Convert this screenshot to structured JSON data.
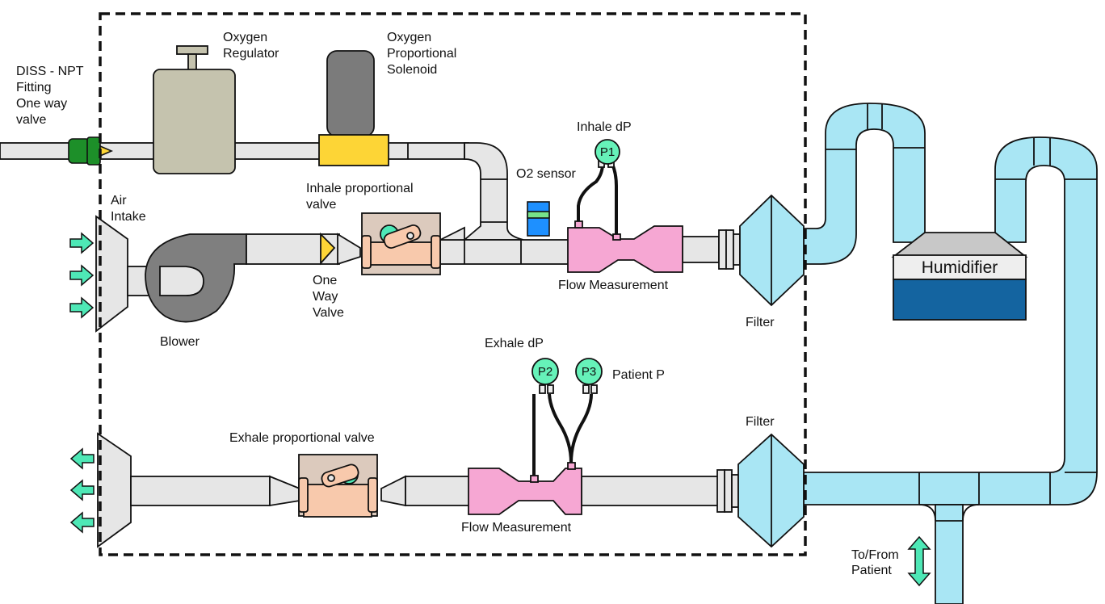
{
  "labels": {
    "diss_fitting": [
      "DISS - NPT",
      "Fitting",
      "One way",
      "valve"
    ],
    "oxygen_regulator": [
      "Oxygen",
      "Regulator"
    ],
    "oxygen_solenoid": [
      "Oxygen",
      "Proportional",
      "Solenoid"
    ],
    "air_intake": [
      "Air",
      "Intake"
    ],
    "inhale_prop_valve": [
      "Inhale proportional",
      "valve"
    ],
    "o2_sensor": "O2 sensor",
    "inhale_dp": "Inhale dP",
    "one_way_valve": [
      "One",
      "Way",
      "Valve"
    ],
    "blower": "Blower",
    "flow_measurement_inhale": "Flow Measurement",
    "filter_inhale": "Filter",
    "humidifier": "Humidifier",
    "exhale_dp": "Exhale dP",
    "patient_p": "Patient P",
    "exhale_prop_valve": "Exhale proportional valve",
    "flow_measurement_exhale": "Flow Measurement",
    "filter_exhale": "Filter",
    "to_from_patient": [
      "To/From",
      "Patient"
    ]
  },
  "gauges": {
    "p1": "P1",
    "p2": "P2",
    "p3": "P3"
  },
  "colors": {
    "pipe": "#e6e6e6",
    "patient_tube": "#a9e6f4",
    "flow_meter": "#f6a7d3",
    "arrow": "#4ee8b6",
    "gauge": "#66f2b9",
    "humidifier_water": "#1464a0",
    "regulator": "#c5c3ae",
    "solenoid": "#7b7b7b",
    "yellow": "#fdd536",
    "blower": "#7f7f7f",
    "fitting_green": "#1d8f29",
    "o2_sensor_blue": "#1e90ff",
    "o2_sensor_green": "#76e38a",
    "valve_body": "#dccabd",
    "valve_seat": "#f8c9ac"
  }
}
